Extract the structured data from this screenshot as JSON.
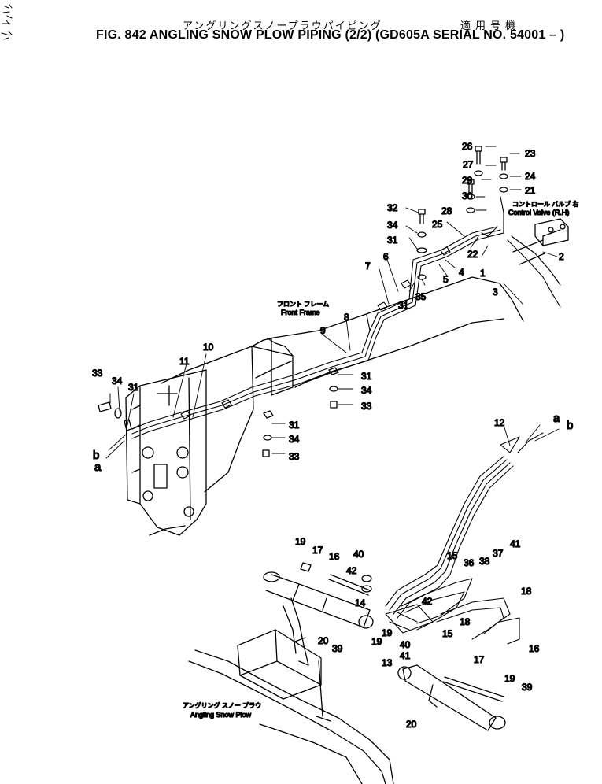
{
  "header": {
    "title_jp": "アングリングスノープラウパイピング",
    "applicability_jp": "適用号機",
    "title_en": "FIG. 842  ANGLING SNOW PLOW PIPING (2/2) (GD605A SERIAL NO. 54001 – )"
  },
  "labels": {
    "control_valve_jp": "コントロール バルブ 右",
    "control_valve_en": "Control Valve (R.H)",
    "front_frame_jp": "フロント フレーム",
    "front_frame_en": "Front Frame",
    "angling_plow_jp": "アングリング スノー プラウ",
    "angling_plow_en": "Angling Snow Plow",
    "conn_a_left": "a",
    "conn_b_left": "b",
    "conn_a_right": "a",
    "conn_b_right": "b"
  },
  "callouts": [
    "26",
    "23",
    "27",
    "24",
    "29",
    "21",
    "30",
    "32",
    "28",
    "34",
    "25",
    "31",
    "22",
    "2",
    "6",
    "4",
    "1",
    "7",
    "5",
    "3",
    "31",
    "35",
    "8",
    "9",
    "31",
    "34",
    "33",
    "11",
    "10",
    "33",
    "34",
    "31",
    "31",
    "34",
    "33",
    "12",
    "19",
    "17",
    "16",
    "40",
    "42",
    "15",
    "36",
    "38",
    "37",
    "41",
    "14",
    "42",
    "18",
    "19",
    "20",
    "19",
    "40",
    "39",
    "13",
    "41",
    "18",
    "15",
    "16",
    "17",
    "19",
    "39",
    "20"
  ]
}
